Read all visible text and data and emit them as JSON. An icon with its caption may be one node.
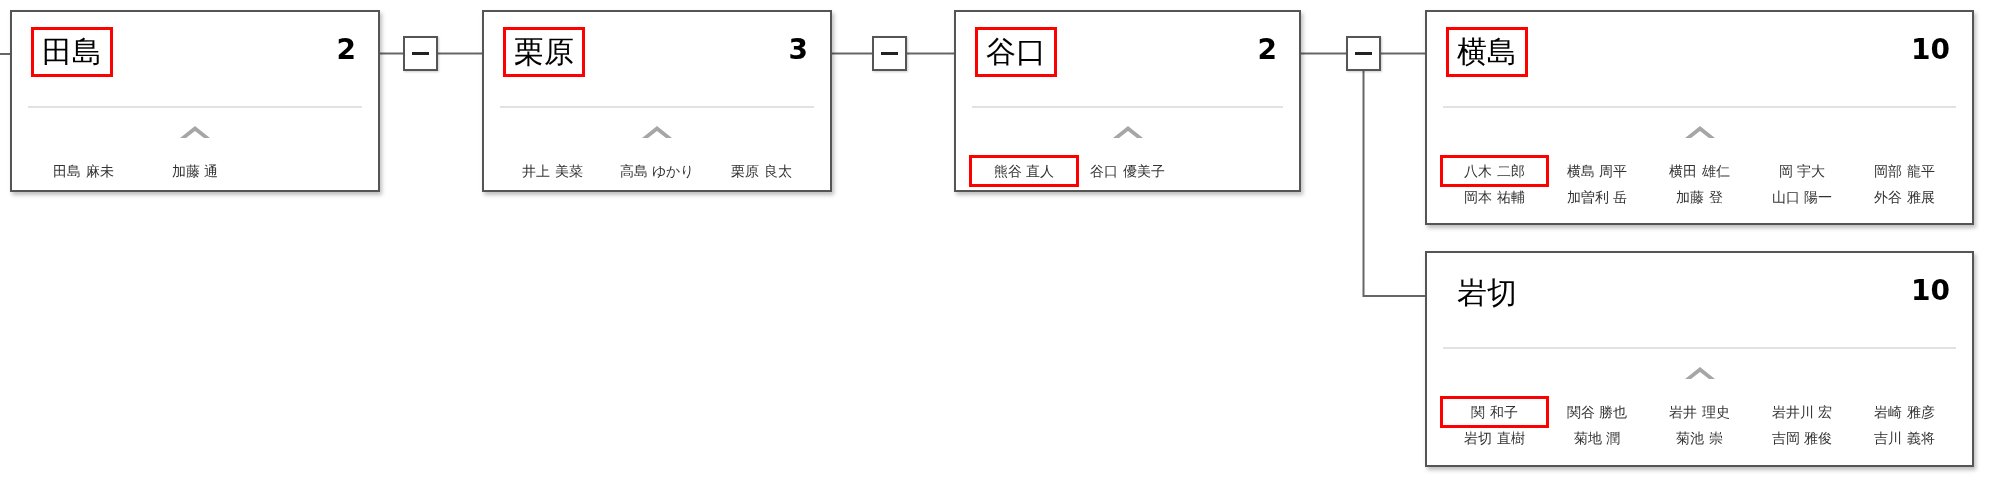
{
  "diagram": {
    "nodes": [
      {
        "text": [
          "田島",
          "2",
          "田島 麻未",
          "加藤 通"
        ]
      },
      {
        "text": [],
        "shape": "box"
      },
      {
        "text": [
          "栗原",
          "3",
          "井上 美菜",
          "高島 ゆかり",
          "栗原 良太"
        ]
      },
      {
        "text": [],
        "shape": "box"
      },
      {
        "text": [
          "谷口",
          "2",
          "熊谷 直人",
          "谷口 優美子"
        ]
      },
      {
        "text": [],
        "shape": "box"
      },
      {
        "text": [
          "横島",
          "10",
          "八木 二郎",
          "横島 周平",
          "横田 雄仁",
          "岡 宇大",
          "岡部 龍平",
          "岡本 祐輔",
          "加曽利 岳",
          "加藤 登",
          "山口 陽一",
          "外谷 雅展"
        ]
      },
      {
        "text": [
          "岩切",
          "10",
          "関 和子",
          "関谷 勝也",
          "岩井 理史",
          "岩井川 宏",
          "岩崎 雅彦",
          "岩切 直樹",
          "菊地 潤",
          "菊池 崇",
          "吉岡 雅俊",
          "吉川 義将"
        ]
      }
    ],
    "edges": [
      {
        "from": null,
        "to": 0,
        "arrow": "none"
      },
      {
        "from": 0,
        "to": 1,
        "arrow": "none"
      },
      {
        "from": 1,
        "to": 2,
        "arrow": "none"
      },
      {
        "from": 2,
        "to": 3,
        "arrow": "none"
      },
      {
        "from": 3,
        "to": 4,
        "arrow": "none"
      },
      {
        "from": 4,
        "to": 5,
        "arrow": "none"
      },
      {
        "from": 5,
        "to": 6,
        "arrow": "none"
      },
      {
        "from": 5,
        "to": 7,
        "arrow": "none"
      }
    ]
  }
}
